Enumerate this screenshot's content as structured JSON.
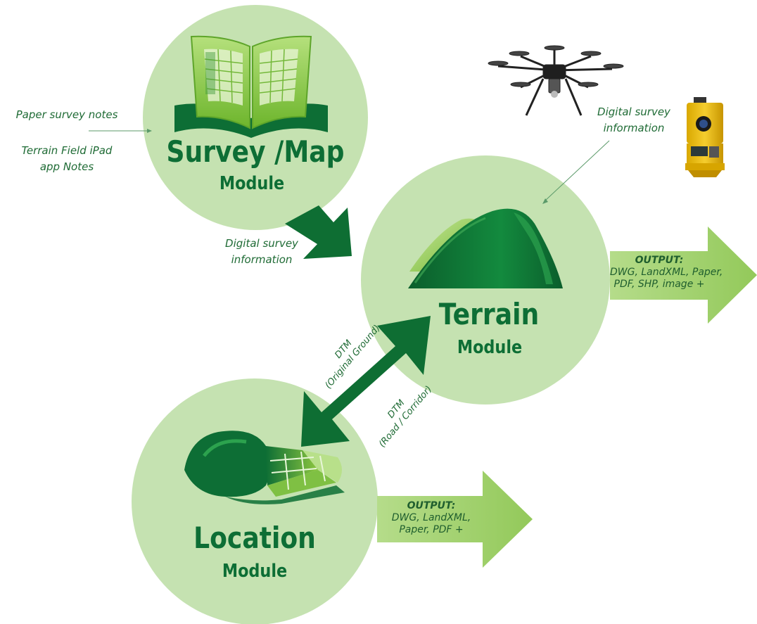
{
  "survey": {
    "title": "Survey /Map",
    "subtitle": "Module"
  },
  "terrain": {
    "title": "Terrain",
    "subtitle": "Module"
  },
  "location": {
    "title": "Location",
    "subtitle": "Module"
  },
  "inputs": {
    "paper_notes": "Paper survey notes",
    "ipad_line1": "Terrain Field iPad",
    "ipad_line2": "app Notes"
  },
  "flow_survey_to_terrain": {
    "line1": "Digital survey",
    "line2": "information"
  },
  "flow_instruments_to_terrain": {
    "line1": "Digital survey",
    "line2": "information"
  },
  "dtm_original": {
    "line1": "DTM",
    "line2": "(Original Ground)"
  },
  "dtm_road": {
    "line1": "DTM",
    "line2": "(Road / Corridor)"
  },
  "terrain_output": {
    "heading": "OUTPUT:",
    "line1": "DWG, LandXML, Paper,",
    "line2": "PDF, SHP, image +"
  },
  "location_output": {
    "heading": "OUTPUT:",
    "line1": "DWG, LandXML,",
    "line2": "Paper, PDF +"
  },
  "colors": {
    "circle_fill": "#c5e2b1",
    "dark_green": "#0d6e35",
    "light_green": "#8cc63f",
    "output_arrow": "#a9d67a",
    "text_green": "#1f6b35"
  },
  "icons": [
    "survey-book-icon",
    "terrain-mountain-icon",
    "location-road-icon",
    "drone-icon",
    "total-station-icon"
  ]
}
